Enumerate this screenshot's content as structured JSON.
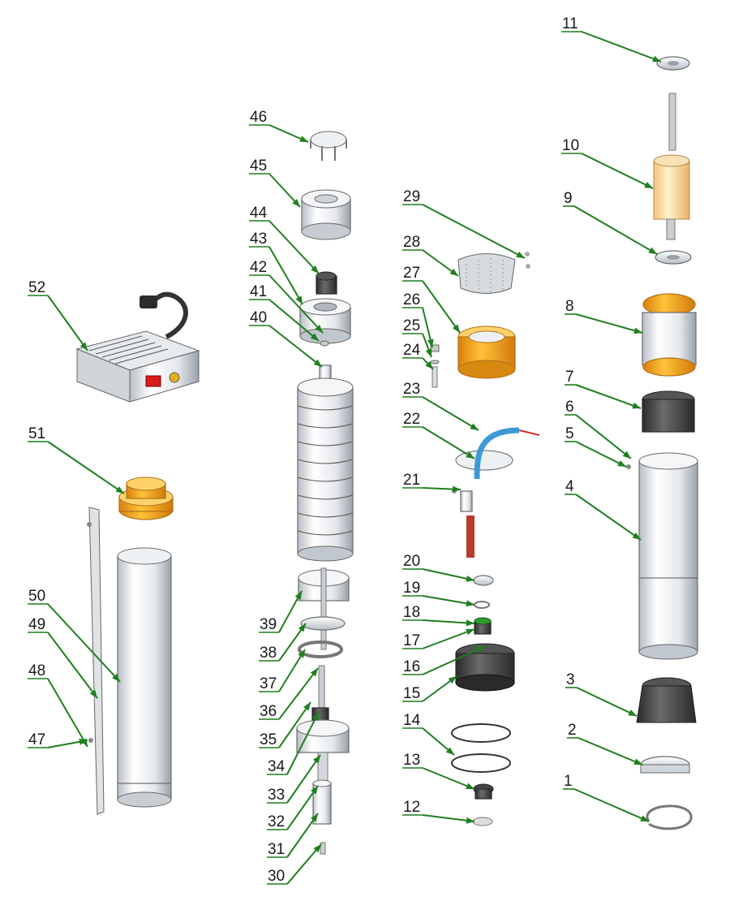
{
  "diagram": {
    "labels": [
      "1",
      "2",
      "3",
      "4",
      "5",
      "6",
      "7",
      "8",
      "9",
      "10",
      "11",
      "12",
      "13",
      "14",
      "15",
      "16",
      "17",
      "18",
      "19",
      "20",
      "21",
      "22",
      "23",
      "24",
      "25",
      "26",
      "27",
      "28",
      "29",
      "30",
      "31",
      "32",
      "33",
      "34",
      "35",
      "36",
      "37",
      "38",
      "39",
      "40",
      "41",
      "42",
      "43",
      "44",
      "45",
      "46",
      "47",
      "48",
      "49",
      "50",
      "51",
      "52"
    ],
    "colors": {
      "leader": "#1e7f1e",
      "label_text": "#1a1a1a",
      "metal": "#d9dde2",
      "gold": "#f2a21c",
      "dark": "#3a3a3a",
      "cable": "#3b9ad6"
    }
  }
}
